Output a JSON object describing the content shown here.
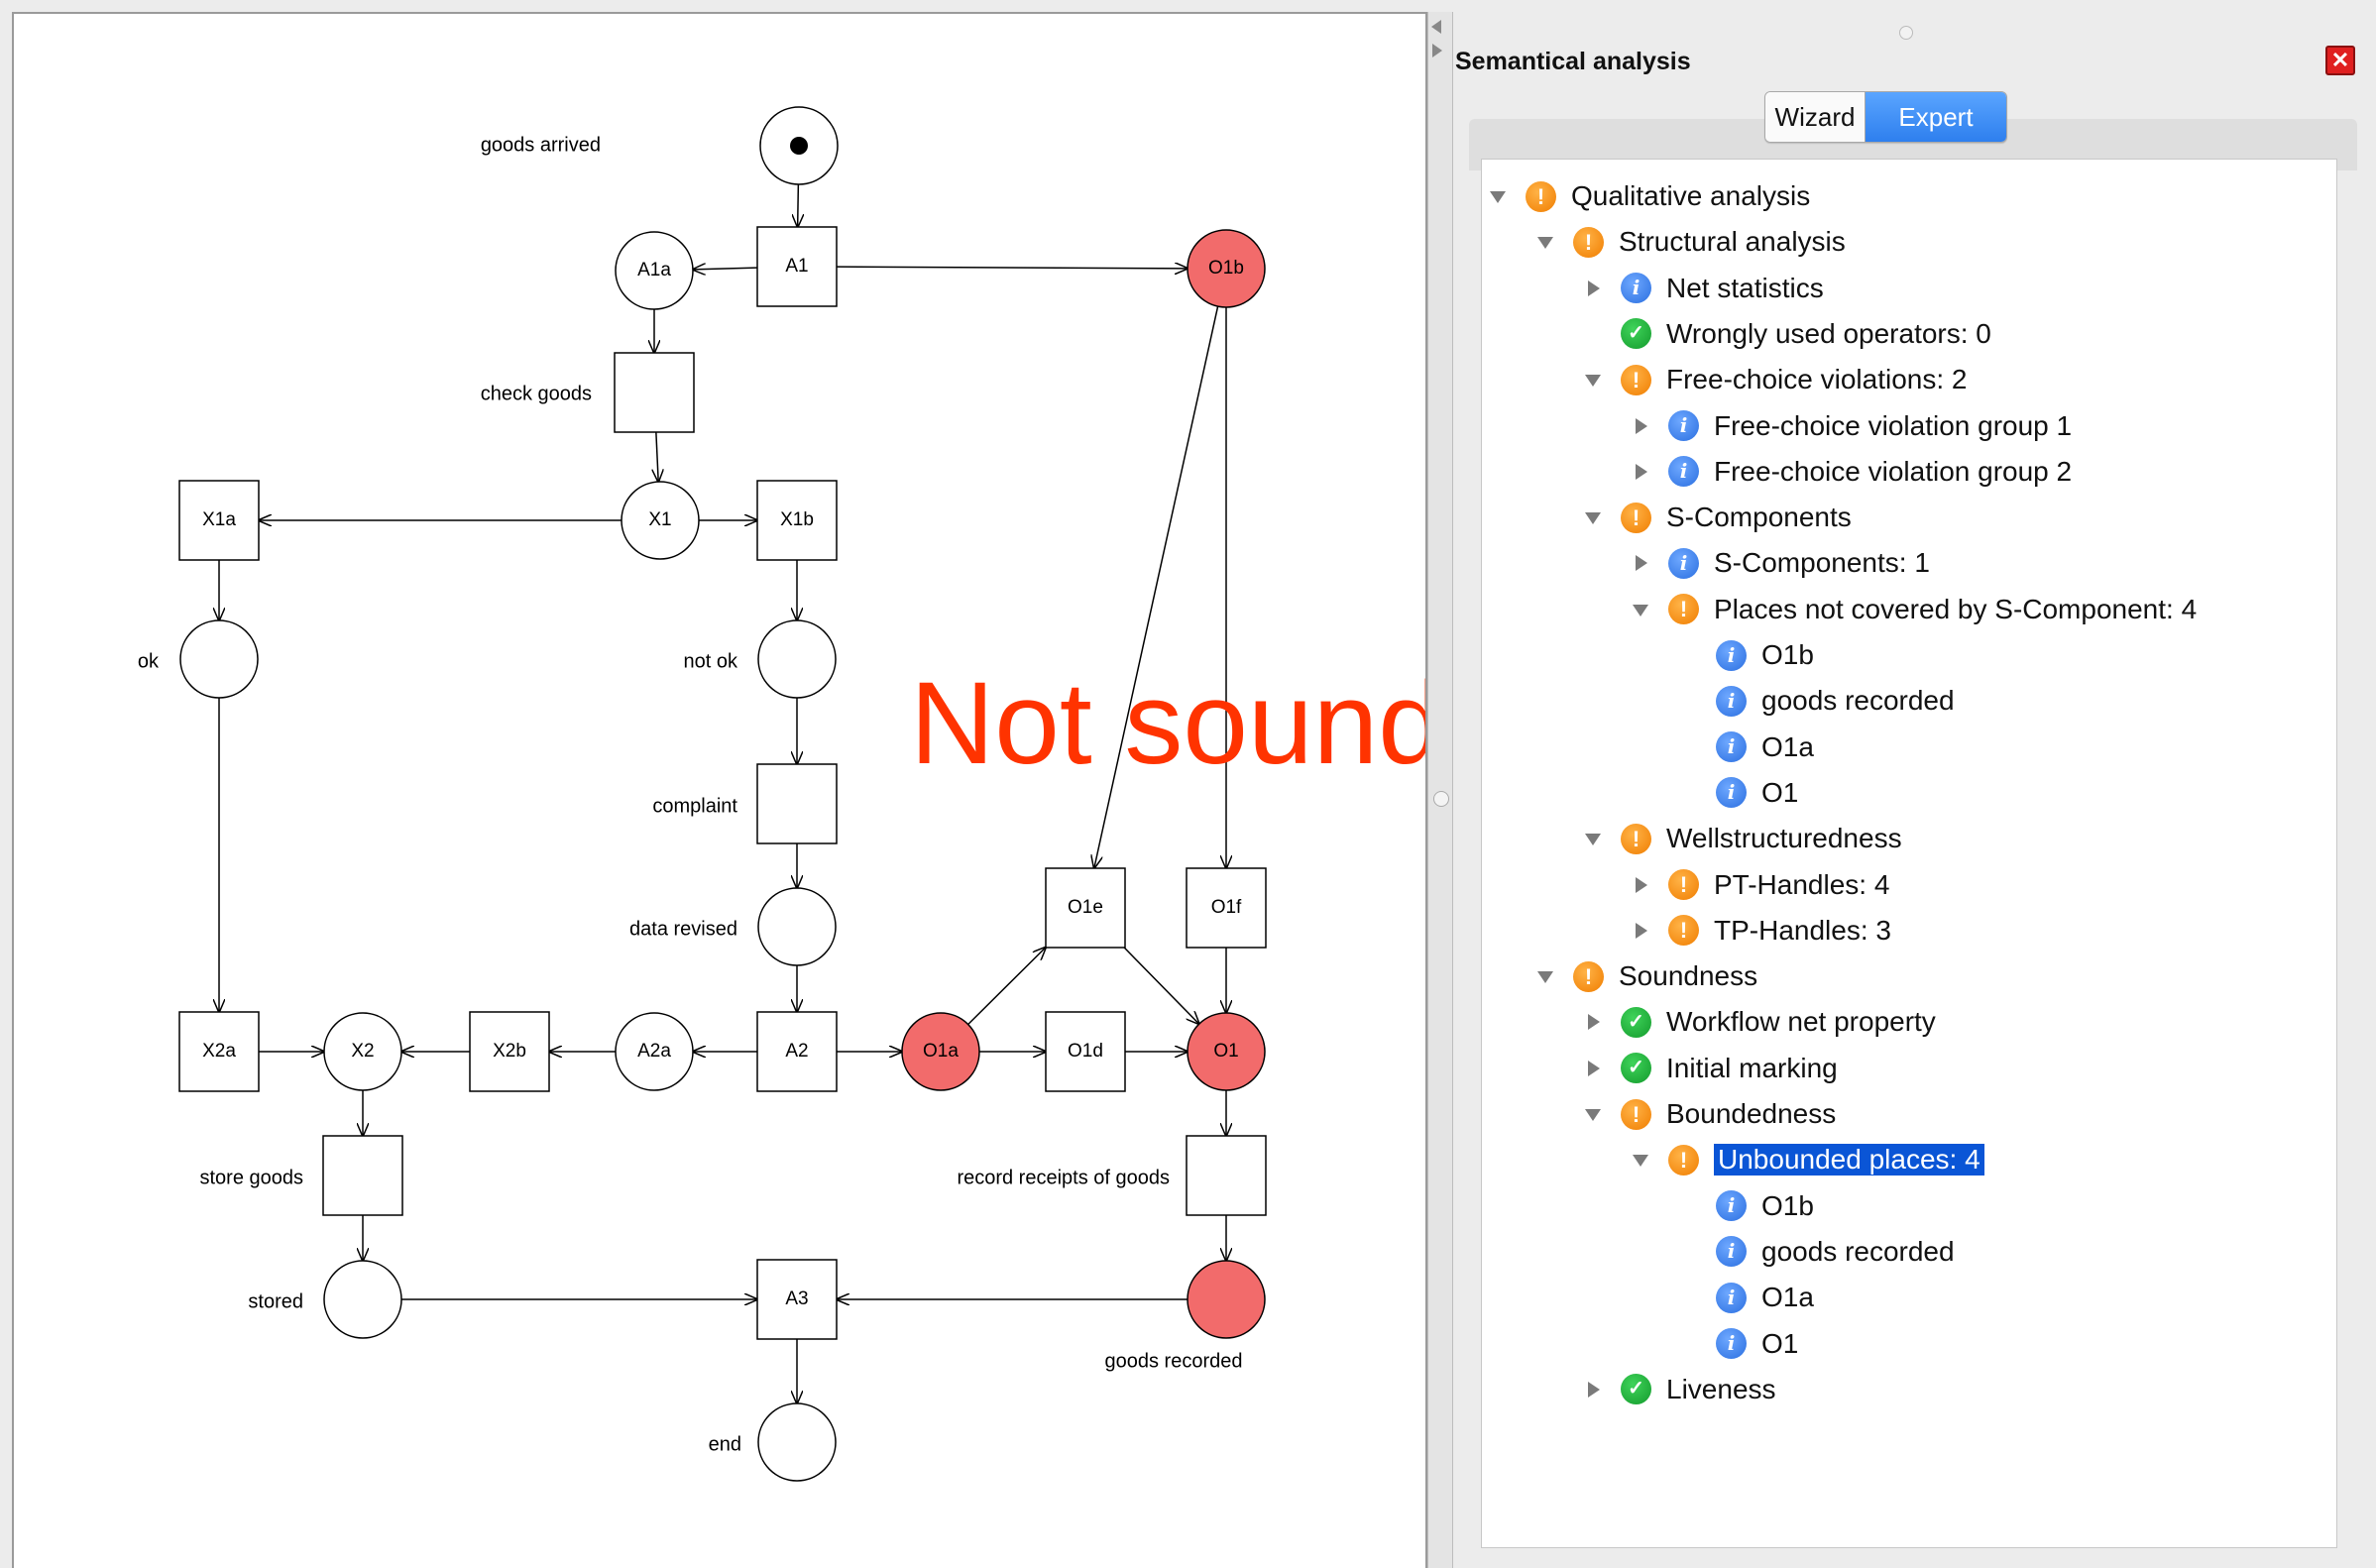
{
  "panel": {
    "title": "Semantical analysis",
    "close_glyph": "✕",
    "tabs": [
      {
        "label": "Wizard",
        "active": false
      },
      {
        "label": "Expert",
        "active": true
      }
    ],
    "tree": [
      {
        "label": "Qualitative analysis",
        "icon": "warning-icon",
        "state": "expanded"
      },
      {
        "label": "Structural analysis",
        "icon": "warning-icon",
        "state": "expanded"
      },
      {
        "label": "Net statistics",
        "icon": "info-icon",
        "state": "collapsed"
      },
      {
        "label": "Wrongly used operators: 0",
        "icon": "check-icon",
        "state": "leaf"
      },
      {
        "label": "Free-choice violations: 2",
        "icon": "warning-icon",
        "state": "expanded"
      },
      {
        "label": "Free-choice violation group 1",
        "icon": "info-icon",
        "state": "collapsed"
      },
      {
        "label": "Free-choice violation group 2",
        "icon": "info-icon",
        "state": "collapsed"
      },
      {
        "label": "S-Components",
        "icon": "warning-icon",
        "state": "expanded"
      },
      {
        "label": "S-Components: 1",
        "icon": "info-icon",
        "state": "collapsed"
      },
      {
        "label": "Places not covered by S-Component: 4",
        "icon": "warning-icon",
        "state": "expanded"
      },
      {
        "label": "O1b",
        "icon": "info-icon",
        "state": "leaf"
      },
      {
        "label": "goods recorded",
        "icon": "info-icon",
        "state": "leaf"
      },
      {
        "label": "O1a",
        "icon": "info-icon",
        "state": "leaf"
      },
      {
        "label": "O1",
        "icon": "info-icon",
        "state": "leaf"
      },
      {
        "label": "Wellstructuredness",
        "icon": "warning-icon",
        "state": "expanded"
      },
      {
        "label": "PT-Handles: 4",
        "icon": "warning-icon",
        "state": "collapsed"
      },
      {
        "label": "TP-Handles: 3",
        "icon": "warning-icon",
        "state": "collapsed"
      },
      {
        "label": "Soundness",
        "icon": "warning-icon",
        "state": "expanded"
      },
      {
        "label": "Workflow net property",
        "icon": "check-icon",
        "state": "collapsed"
      },
      {
        "label": "Initial marking",
        "icon": "check-icon",
        "state": "collapsed"
      },
      {
        "label": "Boundedness",
        "icon": "warning-icon",
        "state": "expanded"
      },
      {
        "label": "Unbounded places: 4",
        "icon": "warning-icon",
        "state": "expanded",
        "selected": true
      },
      {
        "label": "O1b",
        "icon": "info-icon",
        "state": "leaf"
      },
      {
        "label": "goods recorded",
        "icon": "info-icon",
        "state": "leaf"
      },
      {
        "label": "O1a",
        "icon": "info-icon",
        "state": "leaf"
      },
      {
        "label": "O1",
        "icon": "info-icon",
        "state": "leaf"
      },
      {
        "label": "Liveness",
        "icon": "check-icon",
        "state": "collapsed"
      }
    ]
  },
  "overlay": {
    "text": "Not sound!",
    "color": "#ff3300"
  },
  "colors": {
    "highlight_place": "#f26b6b",
    "selection": "#0a55d6"
  },
  "petri_net": {
    "places": [
      {
        "id": "p_start",
        "name": "",
        "label": "goods arrived",
        "tokens": 1
      },
      {
        "id": "p_A1a",
        "name": "A1a",
        "label": ""
      },
      {
        "id": "p_O1b",
        "name": "O1b",
        "label": "",
        "highlighted": true
      },
      {
        "id": "p_X1",
        "name": "X1",
        "label": ""
      },
      {
        "id": "p_ok",
        "name": "",
        "label": "ok"
      },
      {
        "id": "p_notok",
        "name": "",
        "label": "not ok"
      },
      {
        "id": "p_datarev",
        "name": "",
        "label": "data revised"
      },
      {
        "id": "p_X2",
        "name": "X2",
        "label": ""
      },
      {
        "id": "p_A2a",
        "name": "A2a",
        "label": ""
      },
      {
        "id": "p_O1a",
        "name": "O1a",
        "label": "",
        "highlighted": true
      },
      {
        "id": "p_O1",
        "name": "O1",
        "label": "",
        "highlighted": true
      },
      {
        "id": "p_stored",
        "name": "",
        "label": "stored"
      },
      {
        "id": "p_recorded",
        "name": "",
        "label": "goods recorded",
        "highlighted": true
      },
      {
        "id": "p_end",
        "name": "",
        "label": "end"
      }
    ],
    "transitions": [
      {
        "id": "t_A1",
        "name": "A1",
        "label": ""
      },
      {
        "id": "t_check",
        "name": "",
        "label": "check goods"
      },
      {
        "id": "t_X1a",
        "name": "X1a",
        "label": ""
      },
      {
        "id": "t_X1b",
        "name": "X1b",
        "label": ""
      },
      {
        "id": "t_complaint",
        "name": "",
        "label": "complaint"
      },
      {
        "id": "t_O1e",
        "name": "O1e",
        "label": ""
      },
      {
        "id": "t_O1f",
        "name": "O1f",
        "label": ""
      },
      {
        "id": "t_X2a",
        "name": "X2a",
        "label": ""
      },
      {
        "id": "t_X2b",
        "name": "X2b",
        "label": ""
      },
      {
        "id": "t_A2",
        "name": "A2",
        "label": ""
      },
      {
        "id": "t_O1d",
        "name": "O1d",
        "label": ""
      },
      {
        "id": "t_store",
        "name": "",
        "label": "store goods"
      },
      {
        "id": "t_record",
        "name": "",
        "label": "record receipts of goods"
      },
      {
        "id": "t_A3",
        "name": "A3",
        "label": ""
      }
    ]
  }
}
